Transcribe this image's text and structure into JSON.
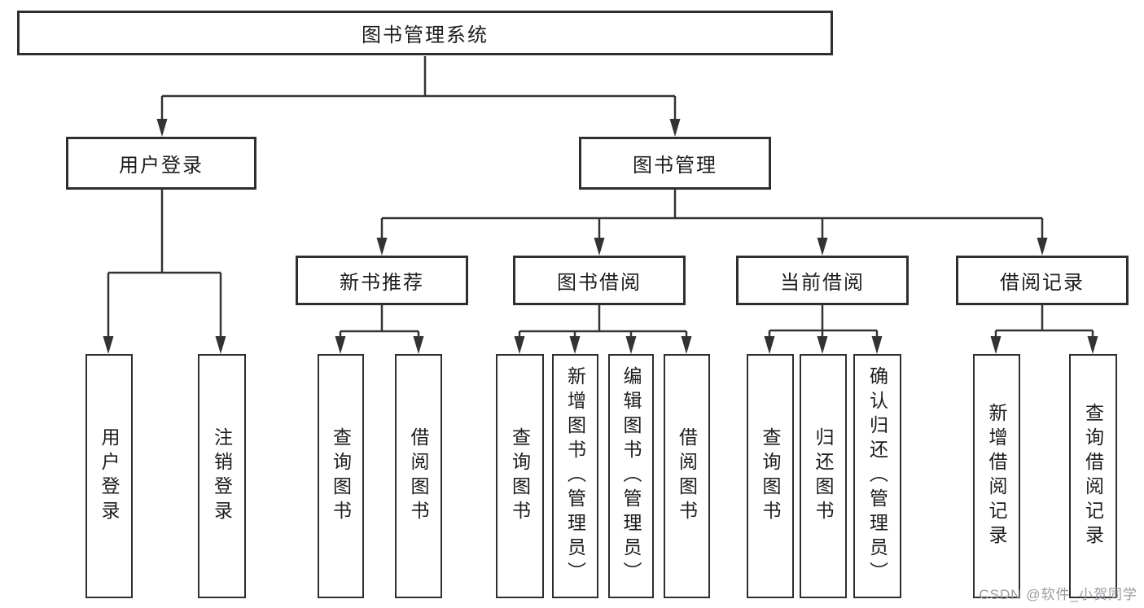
{
  "tree": {
    "label": "图书管理系统",
    "children": [
      {
        "label": "用户登录",
        "children": [
          {
            "label": "用户登录"
          },
          {
            "label": "注销登录"
          }
        ]
      },
      {
        "label": "图书管理",
        "children": [
          {
            "label": "新书推荐",
            "children": [
              {
                "label": "查询图书"
              },
              {
                "label": "借阅图书"
              }
            ]
          },
          {
            "label": "图书借阅",
            "children": [
              {
                "label": "查询图书"
              },
              {
                "label": "新增图书（管理员）"
              },
              {
                "label": "编辑图书（管理员）"
              },
              {
                "label": "借阅图书"
              }
            ]
          },
          {
            "label": "当前借阅",
            "children": [
              {
                "label": "查询图书"
              },
              {
                "label": "归还图书"
              },
              {
                "label": "确认归还（管理员）"
              }
            ]
          },
          {
            "label": "借阅记录",
            "children": [
              {
                "label": "新增借阅记录"
              },
              {
                "label": "查询借阅记录"
              }
            ]
          }
        ]
      }
    ]
  },
  "watermark": {
    "text": "CSDN @软件_小贺同学"
  },
  "colors": {
    "line": "#333333",
    "box_border": "#2f2f2f",
    "text": "#1c1c1c",
    "watermark": "#9b9ba1",
    "background": "#ffffff"
  }
}
